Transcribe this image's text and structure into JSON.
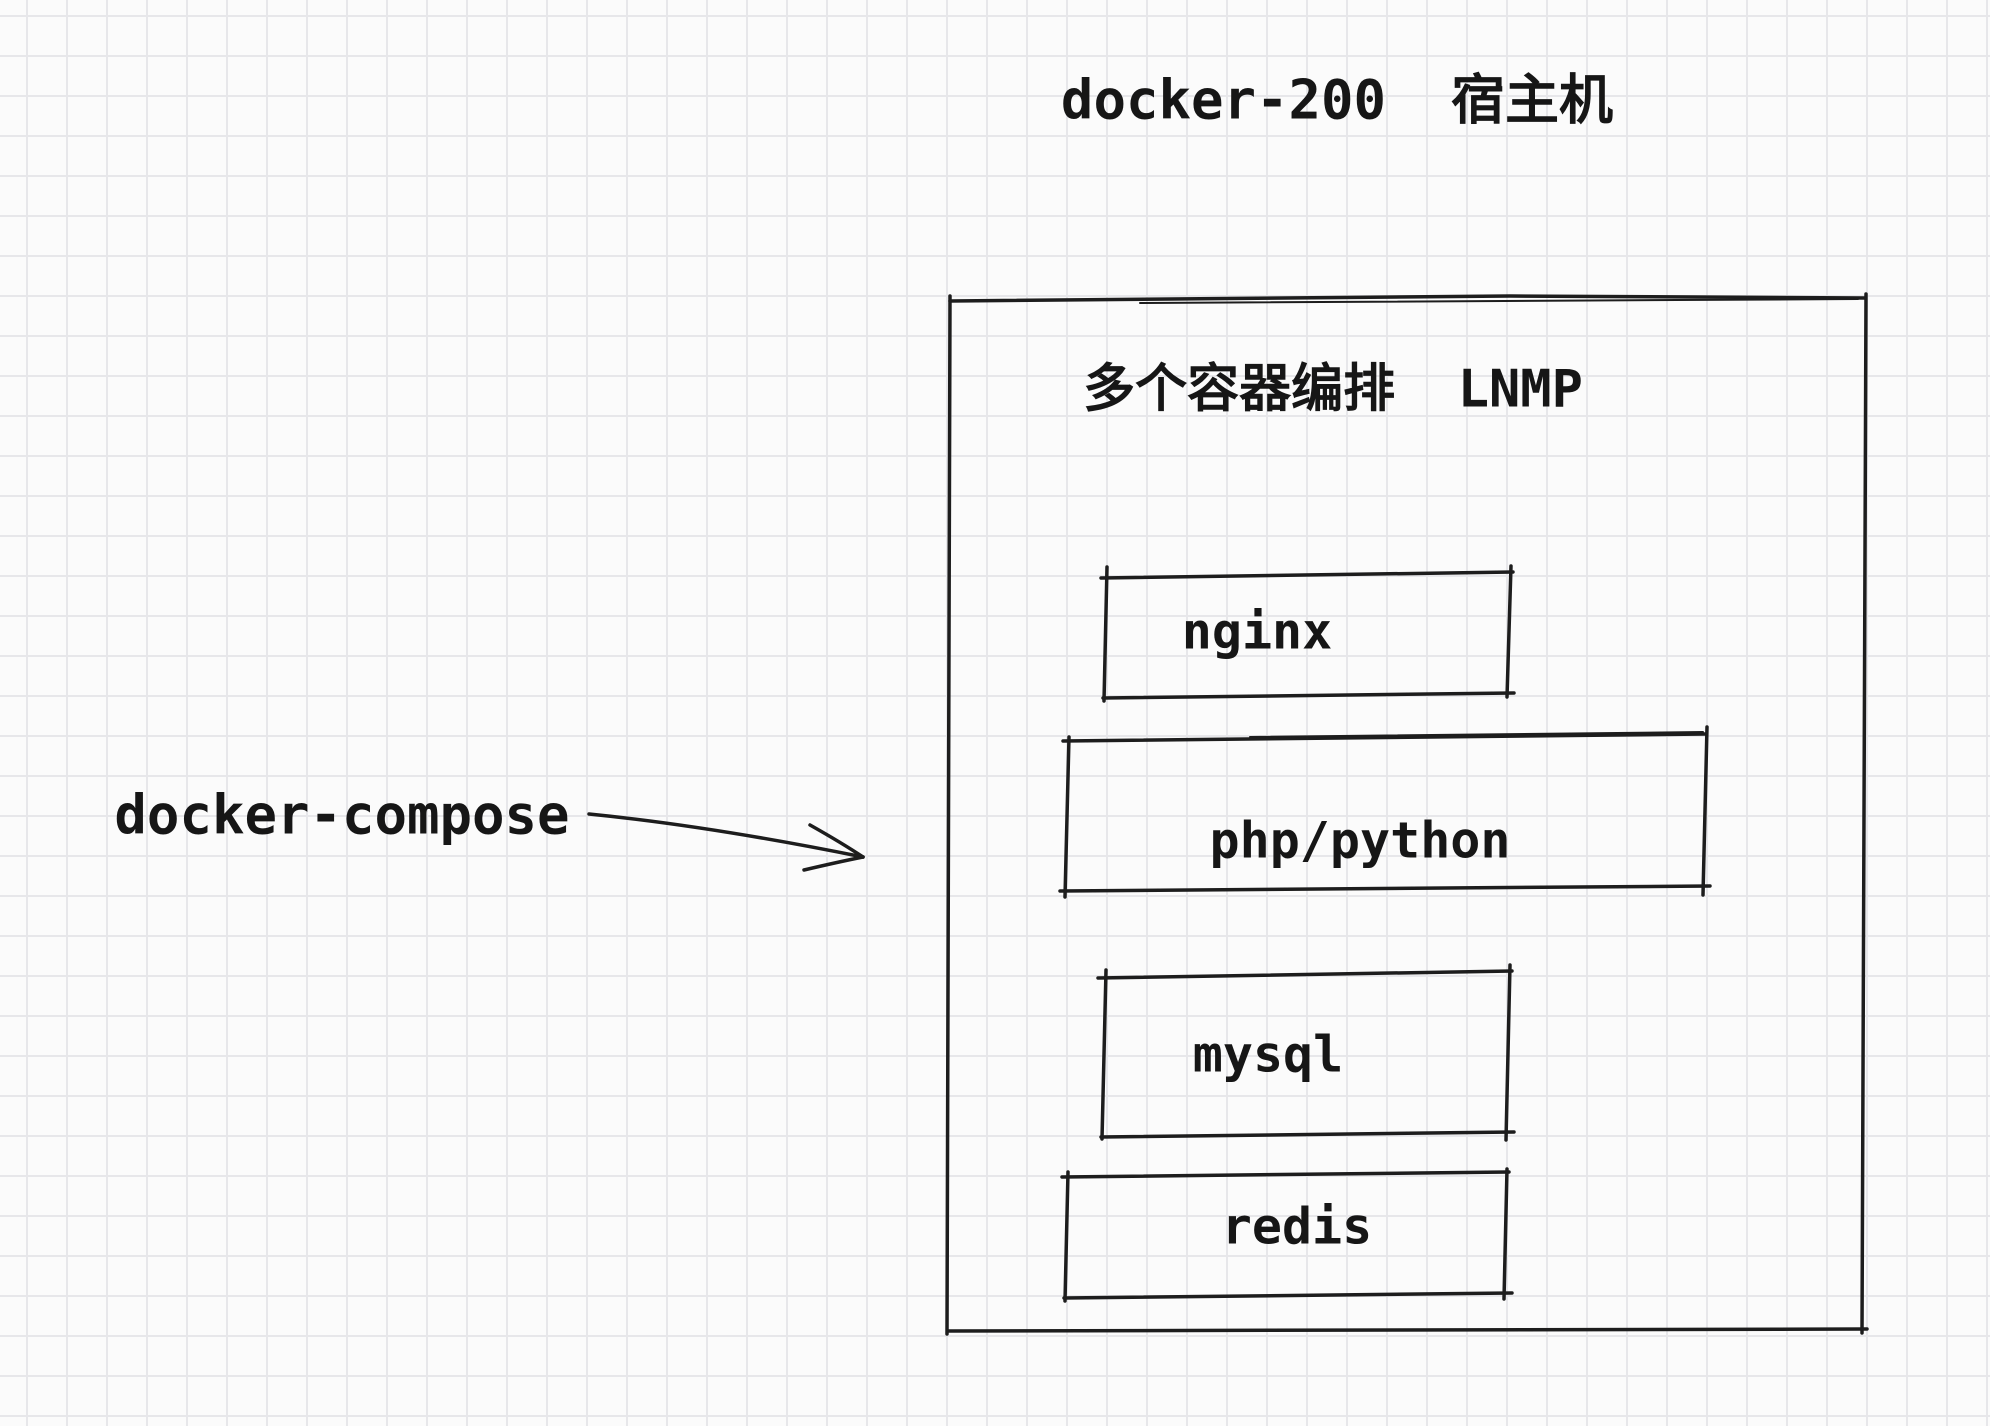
{
  "diagram": {
    "host_title": "docker-200  宿主机",
    "compose_label": "docker-compose",
    "group": {
      "title": "多个容器编排  LNMP",
      "containers": [
        "nginx",
        "php/python",
        "mysql",
        "redis"
      ]
    },
    "icons": {
      "arrow": "right-arrow-icon"
    },
    "colors": {
      "ink": "#1d1d1d",
      "grid_line": "#e7e7ea",
      "paper": "#fbfbfb"
    }
  }
}
